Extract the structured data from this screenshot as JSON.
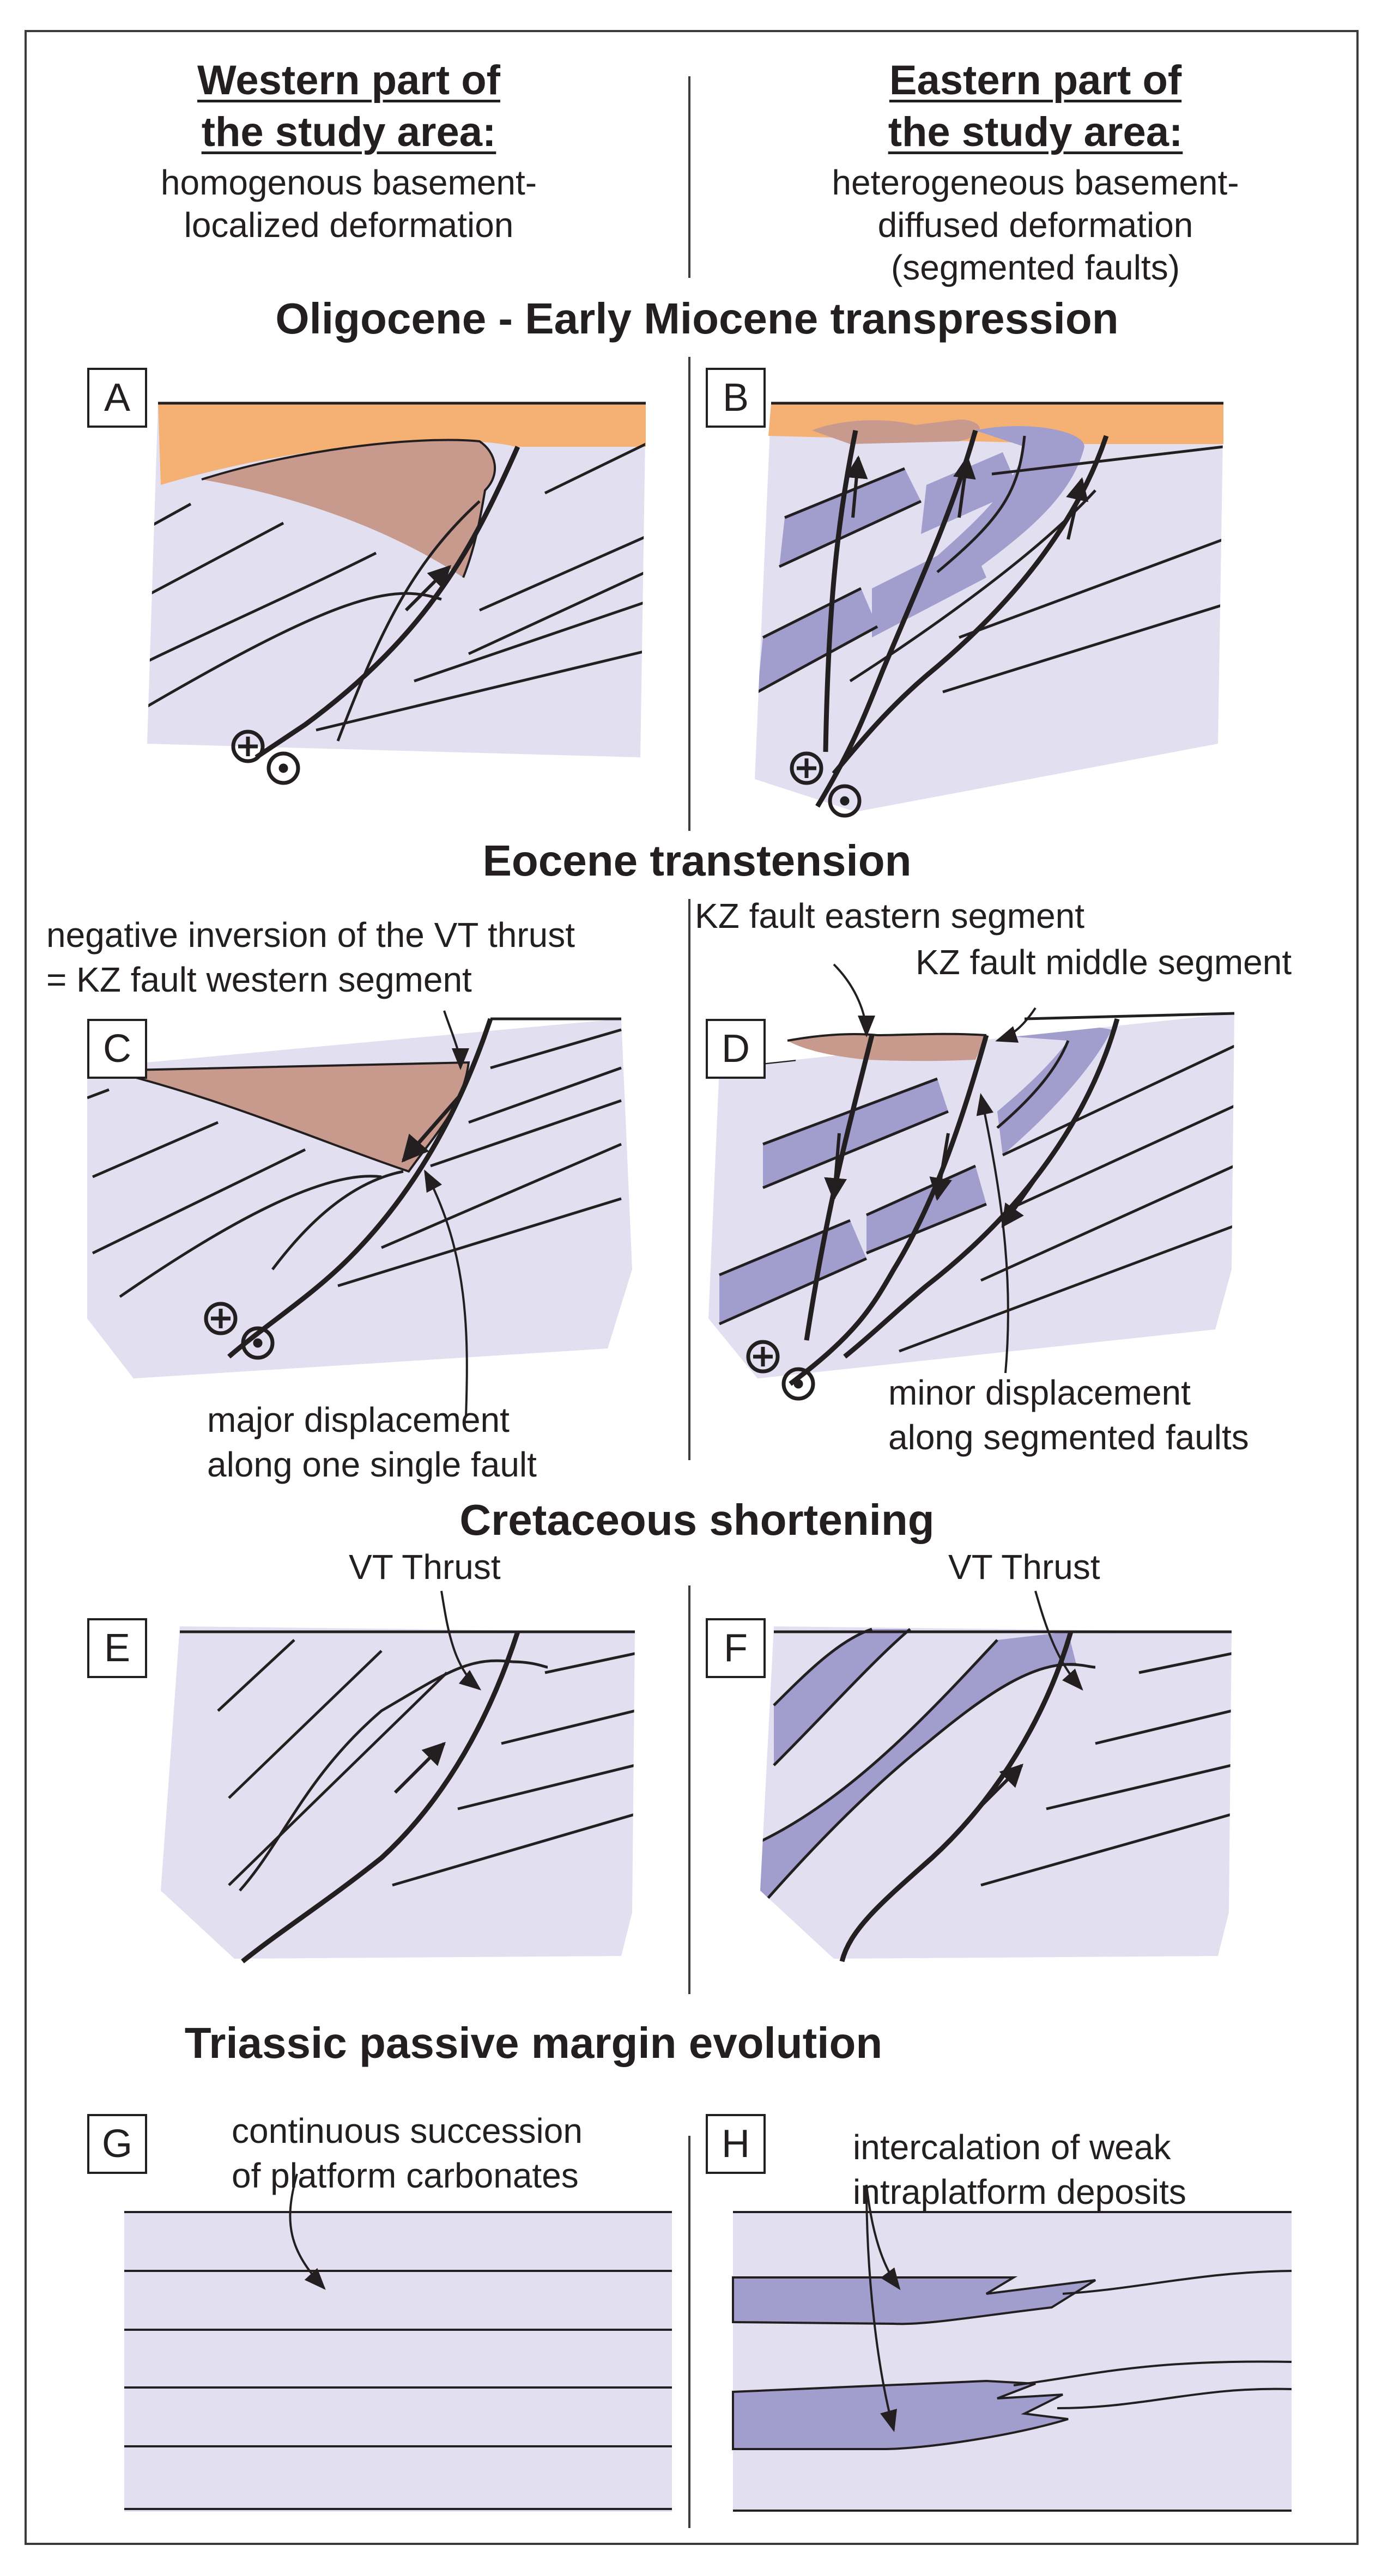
{
  "colors": {
    "background": "#ffffff",
    "light_lavender": "#e1dff0",
    "purple": "#a19dcc",
    "orange": "#f5b074",
    "brown": "#c89a8d",
    "ink": "#231f20"
  },
  "header": {
    "west": {
      "title_line1": "Western part of",
      "title_line2": "the study area:",
      "desc_line1": "homogenous basement-",
      "desc_line2": "localized deformation"
    },
    "east": {
      "title_line1": "Eastern part of",
      "title_line2": "the study area:",
      "desc_line1": "heterogeneous basement-",
      "desc_line2": "diffused deformation",
      "desc_line3": "(segmented faults)"
    }
  },
  "sections": {
    "oligocene": "Oligocene - Early Miocene transpression",
    "eocene": "Eocene transtension",
    "cretaceous": "Cretaceous shortening",
    "triassic": "Triassic passive margin evolution"
  },
  "panels": {
    "A": "A",
    "B": "B",
    "C": "C",
    "D": "D",
    "E": "E",
    "F": "F",
    "G": "G",
    "H": "H"
  },
  "annotations": {
    "C_inversion_line1": "negative inversion of the VT thrust",
    "C_inversion_line2": "= KZ fault western segment",
    "C_major_line1": "major displacement",
    "C_major_line2": "along one single fault",
    "D_eastern_segment": "KZ fault eastern segment",
    "D_middle_segment": "KZ fault middle segment",
    "D_minor_line1": "minor displacement",
    "D_minor_line2": "along segmented faults",
    "E_thrust": "VT Thrust",
    "F_thrust": "VT Thrust",
    "G_line1": "continuous succession",
    "G_line2": "of platform carbonates",
    "H_line1": "intercalation of weak",
    "H_line2": "intraplatform deposits"
  }
}
